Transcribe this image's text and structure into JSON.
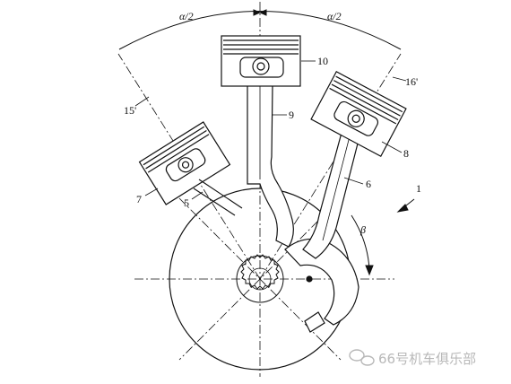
{
  "labels": {
    "alpha_left": "α/2",
    "alpha_right": "α/2",
    "beta": "β",
    "ref_1": "1",
    "ref_5": "5",
    "ref_6": "6",
    "ref_7": "7",
    "ref_8": "8",
    "ref_9": "9",
    "ref_10": "10",
    "ref_15p": "15'",
    "ref_16p": "16'"
  },
  "watermark": {
    "text": "66号机车俱乐部"
  },
  "colors": {
    "line": "#111111",
    "watermark": "#b8b8b8",
    "background": "#ffffff"
  }
}
